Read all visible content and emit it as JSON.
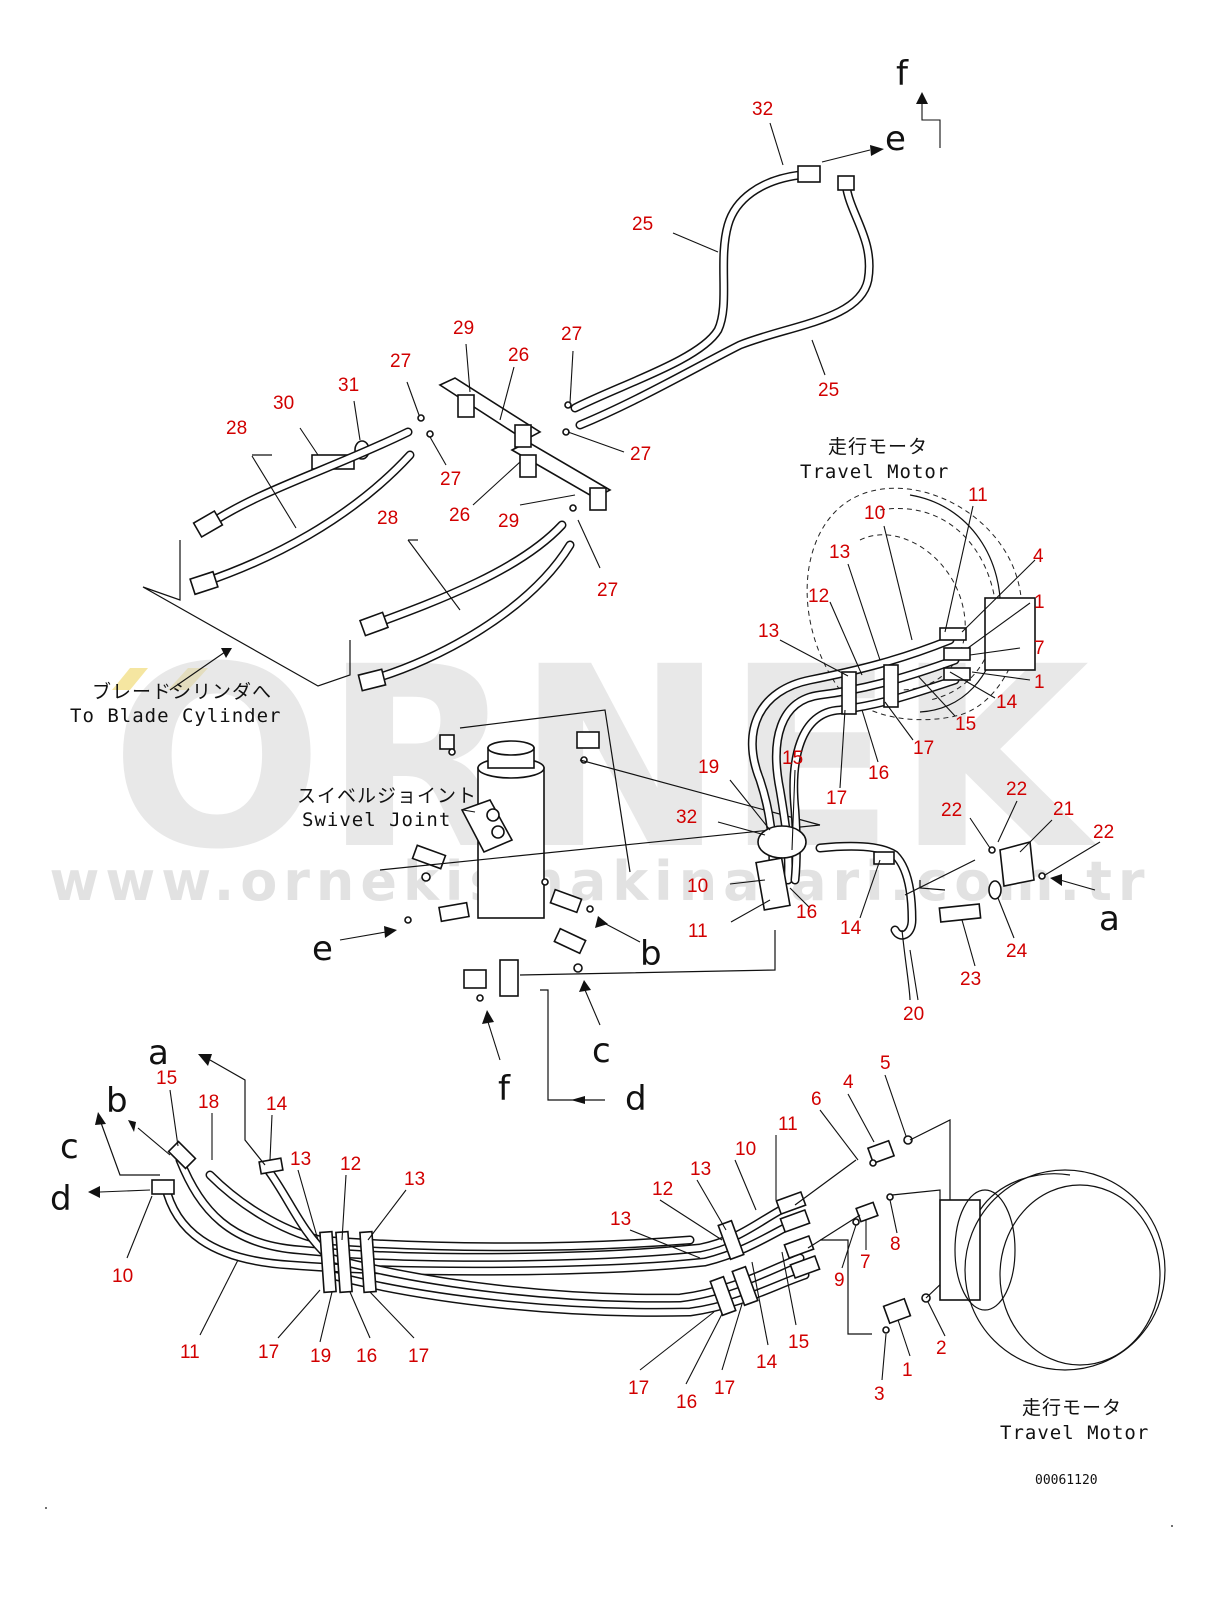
{
  "watermark": {
    "brand": "ORNEK",
    "url": "www.ornekismakinalari.com.tr",
    "color": "#d6d6d6",
    "accent_color": "#f3e08a"
  },
  "captions": {
    "travel_motor_top_jp": "走行モータ",
    "travel_motor_top_en": "Travel Motor",
    "blade_jp": "ブレードシリンダへ",
    "blade_en": "To Blade Cylinder",
    "swivel_jp": "スイベルジョイント",
    "swivel_en": "Swivel Joint",
    "travel_motor_bottom_jp": "走行モータ",
    "travel_motor_bottom_en": "Travel Motor",
    "drawing_code": "00061120"
  },
  "colors": {
    "part_number": "#d10000",
    "line": "#111111"
  },
  "part_numbers_top": [
    "32",
    "25",
    "25",
    "29",
    "26",
    "27",
    "31",
    "30",
    "27",
    "28",
    "27",
    "27",
    "26",
    "29",
    "28",
    "27"
  ],
  "part_numbers_right": [
    "11",
    "10",
    "4",
    "13",
    "1",
    "12",
    "7",
    "13",
    "1",
    "14",
    "15",
    "17",
    "16",
    "17",
    "19",
    "15",
    "32",
    "22",
    "22",
    "21",
    "22",
    "10",
    "16",
    "11",
    "14",
    "24",
    "23",
    "20"
  ],
  "part_numbers_bottom": [
    "15",
    "18",
    "14",
    "13",
    "12",
    "13",
    "10",
    "11",
    "13",
    "12",
    "13",
    "10",
    "11",
    "6",
    "4",
    "5",
    "8",
    "7",
    "9",
    "2",
    "1",
    "3",
    "11",
    "17",
    "19",
    "16",
    "17",
    "17",
    "16",
    "17",
    "14",
    "15"
  ],
  "connection_letters": {
    "f_top": "f",
    "e_top": "e",
    "a_right": "a",
    "e_left": "e",
    "b_mid": "b",
    "c_mid": "c",
    "f_mid": "f",
    "d_mid": "d",
    "a_bottom": "a",
    "b_bottom": "b",
    "c_bottom": "c",
    "d_bottom": "d"
  }
}
